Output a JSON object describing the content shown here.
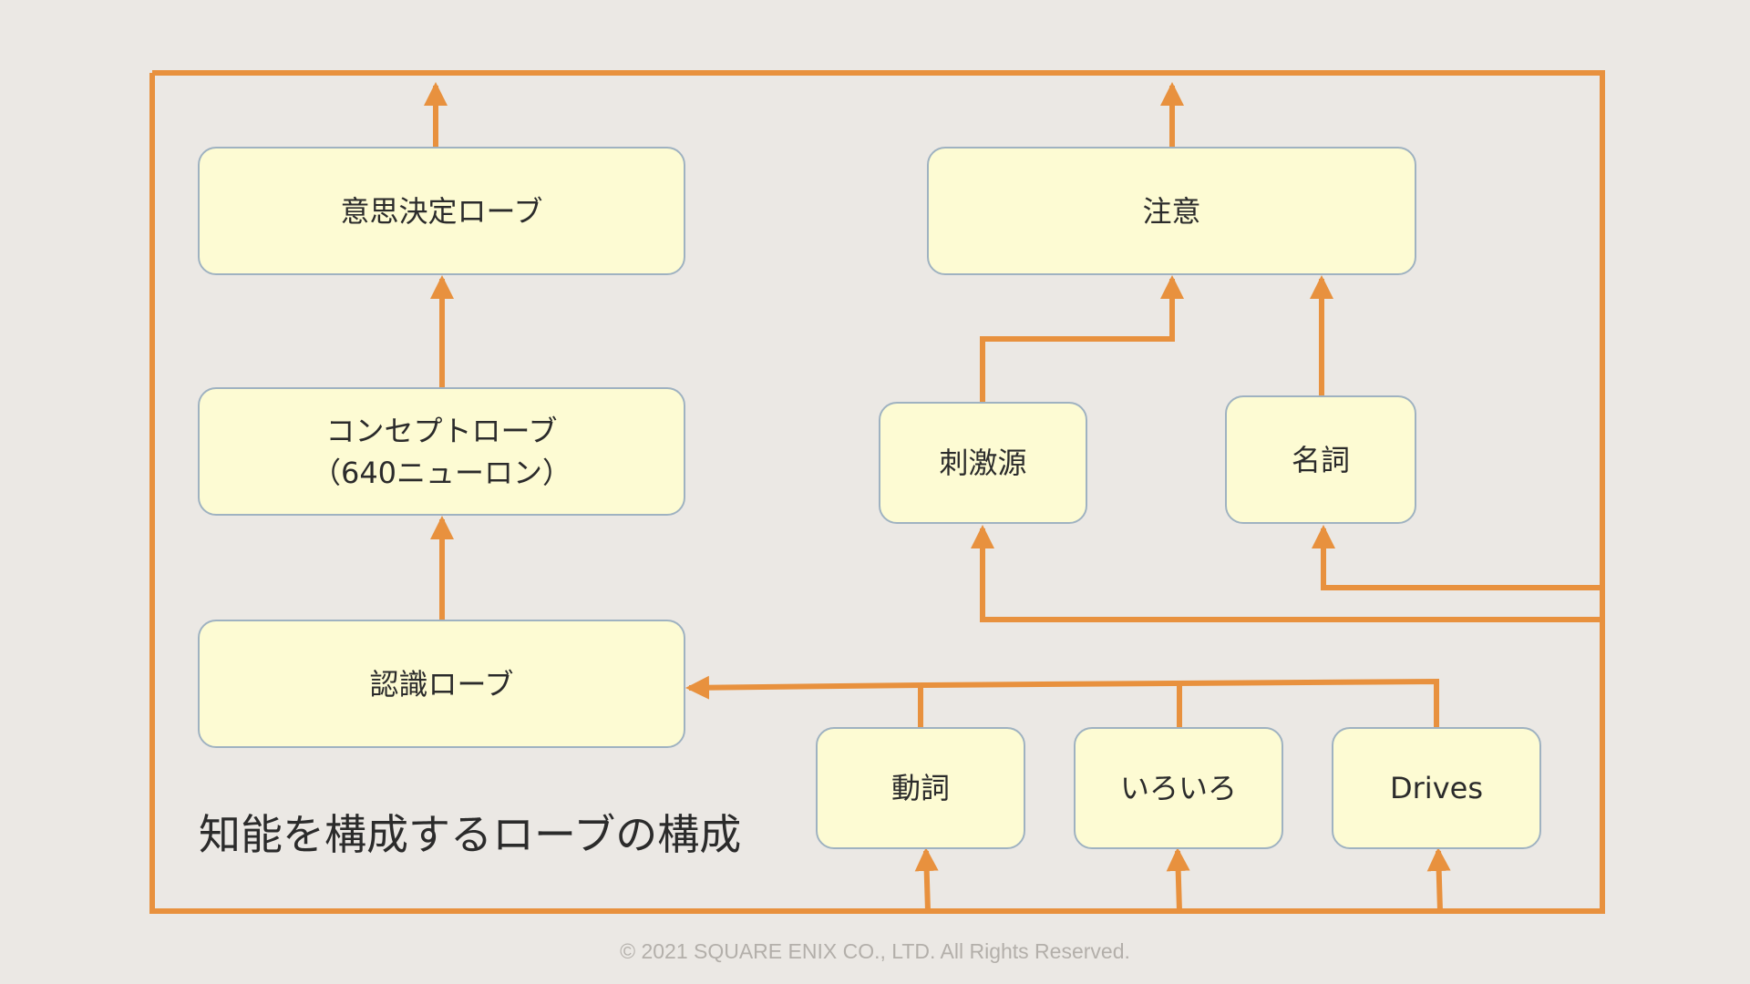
{
  "diagram": {
    "colors": {
      "background": "#ebe8e4",
      "box_fill": "#fdfbd3",
      "box_border": "#9fb2c1",
      "arrow": "#e8913e",
      "text": "#2b2b2b"
    },
    "boxes": {
      "decision": "意思決定ローブ",
      "concept": "コンセプトローブ\n（640ニューロン）",
      "recognition": "認識ローブ",
      "attention": "注意",
      "stimulus": "刺激源",
      "noun": "名詞",
      "verb": "動詞",
      "misc": "いろいろ",
      "drives": "Drives"
    },
    "title": "知能を構成するローブの構成"
  },
  "footer": {
    "copyright": "© 2021 SQUARE ENIX CO., LTD. All Rights Reserved."
  }
}
